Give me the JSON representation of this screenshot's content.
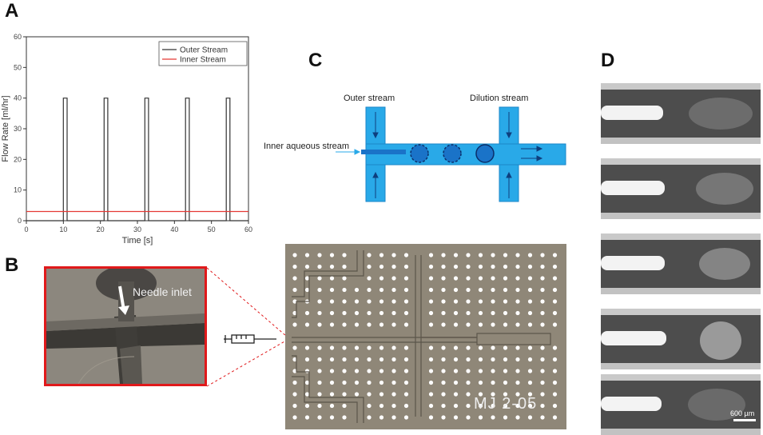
{
  "panels": {
    "a": "A",
    "b": "B",
    "c": "C",
    "d": "D"
  },
  "chart_data": {
    "type": "line",
    "xlabel": "Time [s]",
    "ylabel": "Flow Rate [ml/hr]",
    "xlim": [
      0,
      60
    ],
    "ylim": [
      0,
      60
    ],
    "x_ticks": [
      "0",
      "10",
      "20",
      "30",
      "40",
      "50",
      "60"
    ],
    "y_ticks": [
      "0",
      "10",
      "20",
      "30",
      "40",
      "50",
      "60"
    ],
    "legend_position": "top-right",
    "series": [
      {
        "name": "Outer Stream",
        "color": "#333333",
        "points": [
          [
            0,
            0
          ],
          [
            10,
            0
          ],
          [
            10,
            40
          ],
          [
            11,
            40
          ],
          [
            11,
            0
          ],
          [
            21,
            0
          ],
          [
            21,
            40
          ],
          [
            22,
            40
          ],
          [
            22,
            0
          ],
          [
            32,
            0
          ],
          [
            32,
            40
          ],
          [
            33,
            40
          ],
          [
            33,
            0
          ],
          [
            43,
            0
          ],
          [
            43,
            40
          ],
          [
            44,
            40
          ],
          [
            44,
            0
          ],
          [
            54,
            0
          ],
          [
            54,
            40
          ],
          [
            55,
            40
          ],
          [
            55,
            0
          ],
          [
            60,
            0
          ]
        ]
      },
      {
        "name": "Inner Stream",
        "color": "#e53935",
        "points": [
          [
            0,
            3
          ],
          [
            60,
            3
          ]
        ]
      }
    ]
  },
  "diagram_c": {
    "outer_stream": "Outer stream",
    "dilution_stream": "Dilution stream",
    "inner_stream": "Inner aqueous stream",
    "channel_color": "#29a9e8",
    "droplet_color": "#1a73c8"
  },
  "panel_b": {
    "needle_label": "Needle inlet",
    "device_label": "MJ 2-05",
    "device_color": "#8f8778",
    "zoom_border_color": "#e0191b"
  },
  "panel_d": {
    "scalebar": "600 µm"
  }
}
